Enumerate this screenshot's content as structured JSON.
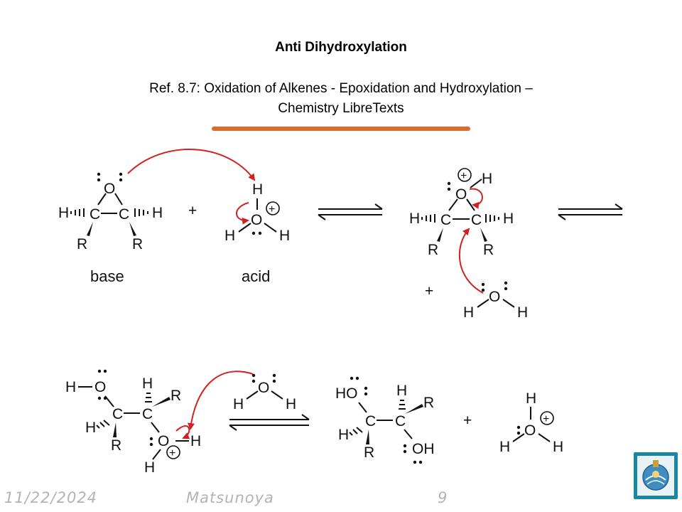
{
  "slide": {
    "title": "Anti Dihydroxylation",
    "ref_line1": "Ref. 8.7: Oxidation of Alkenes - Epoxidation and Hydroxylation –",
    "ref_line2": "Chemistry LibreTexts"
  },
  "labels": {
    "base": "base",
    "acid": "acid",
    "plus": "+"
  },
  "atoms": {
    "H": "H",
    "C": "C",
    "O": "O",
    "R": "R",
    "HO": "HO",
    "OH": "OH",
    "plus_charge": "+"
  },
  "footer": {
    "date": "11/22/2024",
    "author": "Matsunoya",
    "page": "9"
  },
  "colors": {
    "accent_rule": "#d96b2e",
    "arrow": "#d42020",
    "logo_border": "#1a86a3",
    "footer_text": "#b3b3b3"
  }
}
